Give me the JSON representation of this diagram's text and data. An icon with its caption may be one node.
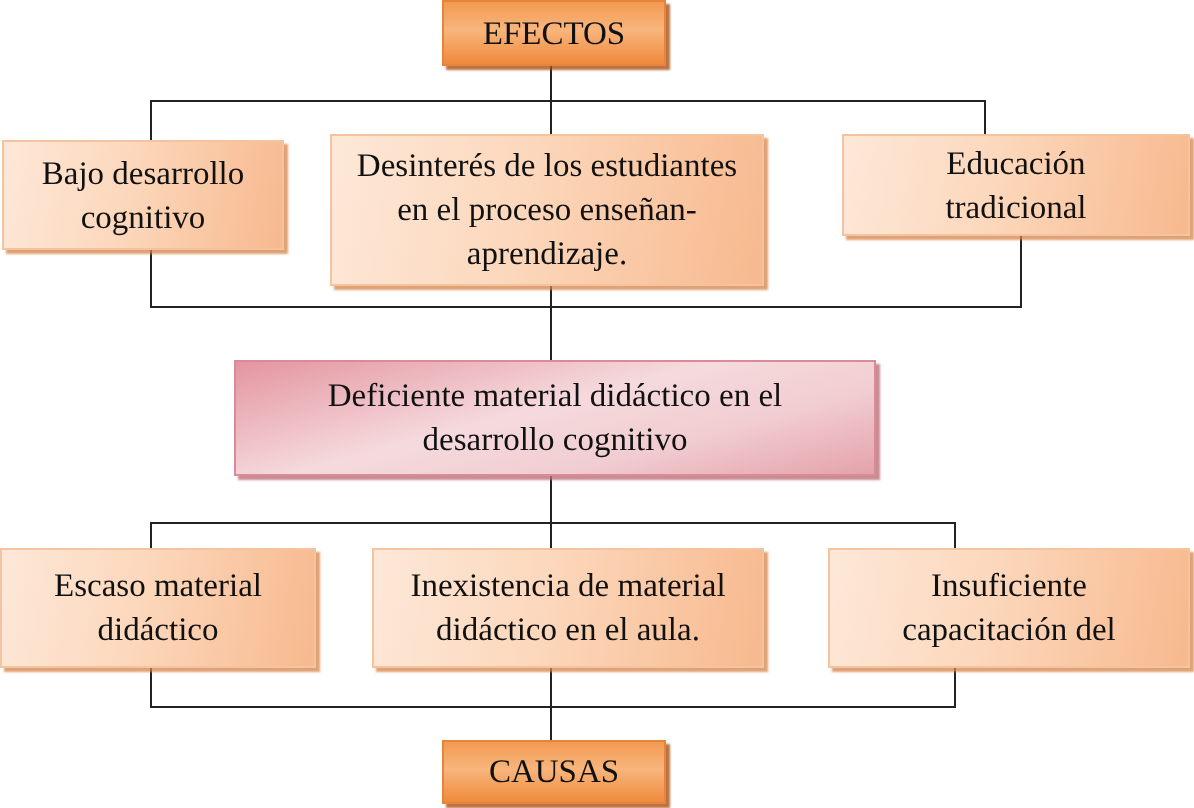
{
  "diagram": {
    "nodes": [
      {
        "text": [
          "EFECTOS"
        ]
      },
      {
        "text": [
          "Bajo desarrollo cognitivo"
        ]
      },
      {
        "text": [
          "Desinterés de los estudiantes en el proceso enseñan-aprendizaje."
        ]
      },
      {
        "text": [
          "Educación tradicional"
        ]
      },
      {
        "text": [
          "Deficiente material didáctico en el desarrollo cognitivo"
        ]
      },
      {
        "text": [
          "Escaso material didáctico"
        ]
      },
      {
        "text": [
          "Inexistencia de material didáctico en el aula."
        ]
      },
      {
        "text": [
          "Insuficiente capacitación del"
        ]
      },
      {
        "text": [
          "CAUSAS"
        ]
      }
    ],
    "edges": [
      {
        "from": 0,
        "to": 1,
        "arrow": "none"
      },
      {
        "from": 0,
        "to": 2,
        "arrow": "none"
      },
      {
        "from": 0,
        "to": 3,
        "arrow": "none"
      },
      {
        "from": 1,
        "to": 4,
        "arrow": "none"
      },
      {
        "from": 2,
        "to": 4,
        "arrow": "none"
      },
      {
        "from": 3,
        "to": 4,
        "arrow": "none"
      },
      {
        "from": 4,
        "to": 5,
        "arrow": "none"
      },
      {
        "from": 4,
        "to": 6,
        "arrow": "none"
      },
      {
        "from": 4,
        "to": 7,
        "arrow": "none"
      },
      {
        "from": 5,
        "to": 8,
        "arrow": "none"
      },
      {
        "from": 6,
        "to": 8,
        "arrow": "none"
      },
      {
        "from": 7,
        "to": 8,
        "arrow": "none"
      }
    ]
  }
}
